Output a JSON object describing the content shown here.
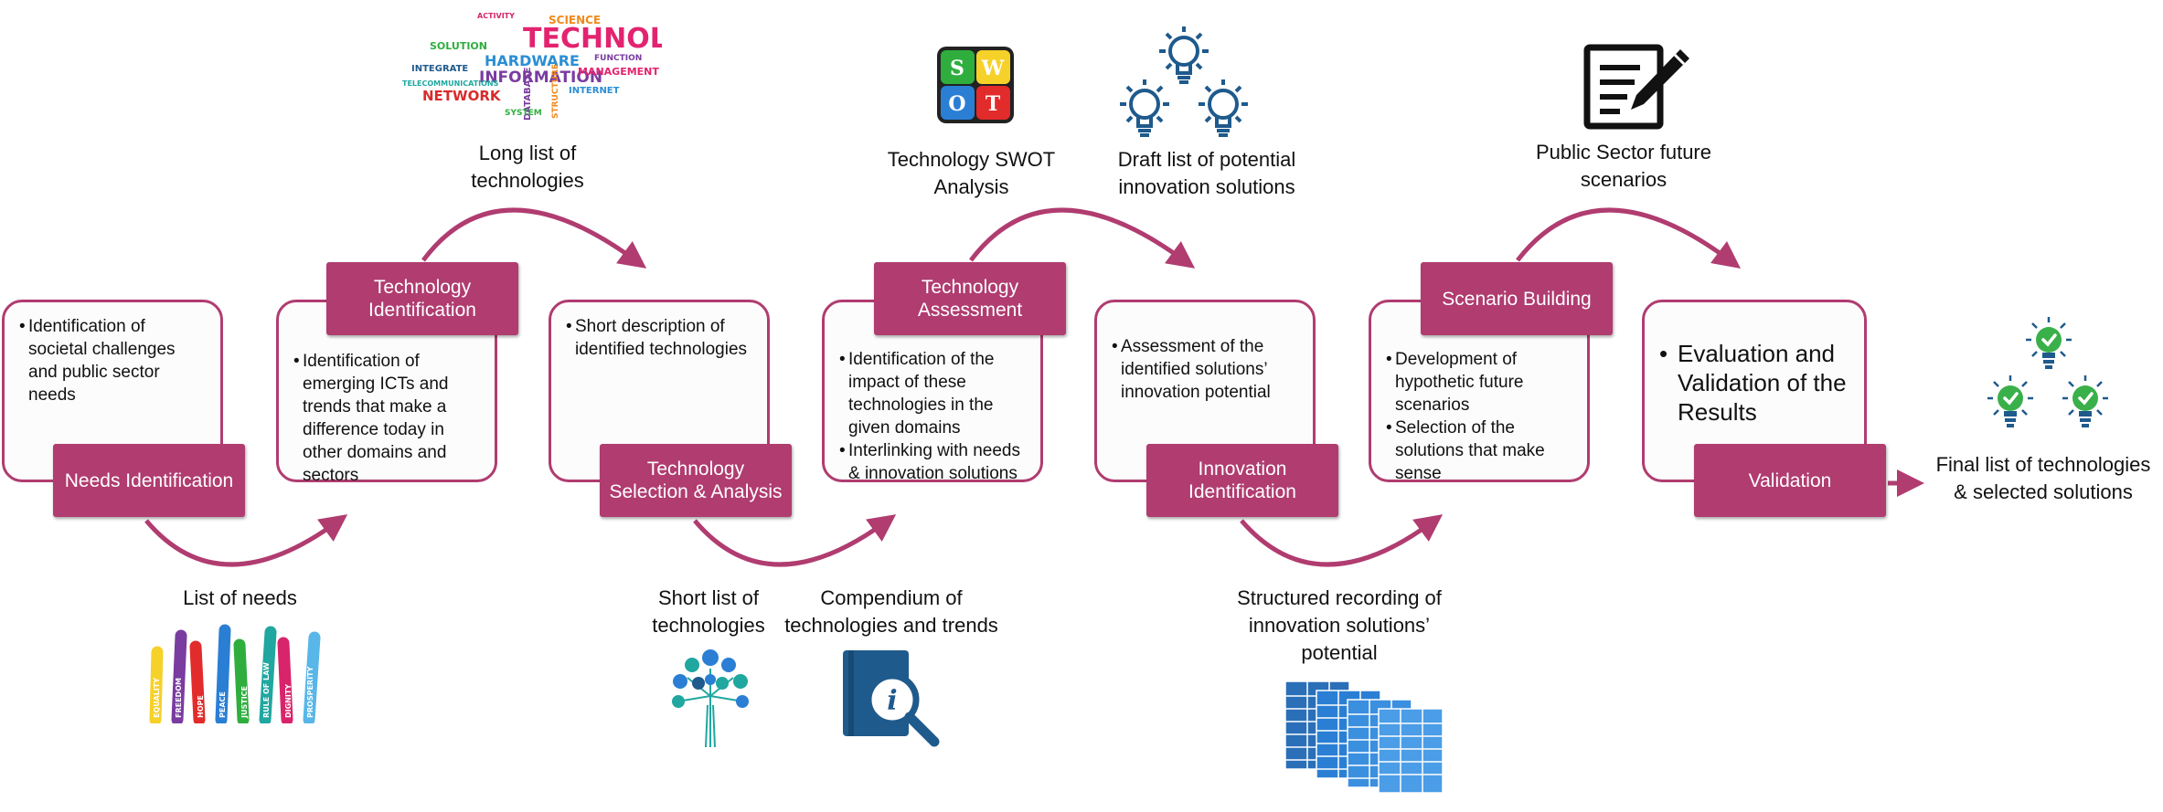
{
  "colors": {
    "accent": "#b03c70",
    "icon_blue": "#1f5a8c",
    "check_green": "#3ab04a"
  },
  "steps": [
    {
      "title": "Needs Identification",
      "bullets": [
        "Identification of societal challenges and public sector needs"
      ]
    },
    {
      "title": "Technology Identification",
      "bullets": [
        "Identification of emerging ICTs and trends that make a difference today in other domains and sectors"
      ]
    },
    {
      "title": "Technology Selection & Analysis",
      "bullets": [
        "Short description of identified technologies"
      ]
    },
    {
      "title": "Technology Assessment",
      "bullets": [
        "Identification of the impact of these technologies in the given domains",
        "Interlinking with needs & innovation solutions"
      ]
    },
    {
      "title": "Innovation Identification",
      "bullets": [
        "Assessment of the identified solutions’ innovation potential"
      ]
    },
    {
      "title": "Scenario Building",
      "bullets": [
        "Development of hypothetic future scenarios",
        "Selection of the solutions that make sense"
      ]
    },
    {
      "title": "Validation",
      "bullets": [
        "Evaluation and Validation of the Results"
      ]
    }
  ],
  "outputs": {
    "list_of_needs": "List of needs",
    "long_list": "Long list of technologies",
    "short_list": "Short list of technologies",
    "compendium": "Compendium of technologies and trends",
    "swot": "Technology SWOT Analysis",
    "draft_list": "Draft list of potential innovation solutions",
    "structured_recording": "Structured recording of innovation solutions’ potential",
    "scenarios": "Public Sector future scenarios",
    "final_list": "Final list of technologies & selected solutions"
  },
  "icons": {
    "needs": "raised-hands-icon",
    "needs_words": [
      "EQUALITY",
      "FREEDOM",
      "HOPE",
      "PEACE",
      "JUSTICE",
      "RULE OF LAW",
      "DIGNITY",
      "PROSPERITY"
    ],
    "word_cloud": "technology-word-cloud-icon",
    "word_cloud_words": [
      "TECHNOLOGY",
      "HARDWARE",
      "INFORMATION",
      "NETWORK",
      "SOLUTION",
      "SCIENCE",
      "INTEGRATE",
      "DATABASE",
      "MANAGEMENT",
      "TELECOMMUNICATIONS",
      "INTERNET",
      "ACTIVITY",
      "STRUCTURE",
      "SYSTEM",
      "FUNCTION"
    ],
    "swot": "swot-puzzle-icon",
    "swot_letters": [
      "S",
      "W",
      "O",
      "T"
    ],
    "lightbulbs": "lightbulbs-icon",
    "tree": "technology-tree-icon",
    "book": "info-book-icon",
    "book_letter": "i",
    "tables": "spreadsheet-tables-icon",
    "edit": "edit-document-icon",
    "check_bulbs": "check-lightbulbs-icon"
  }
}
